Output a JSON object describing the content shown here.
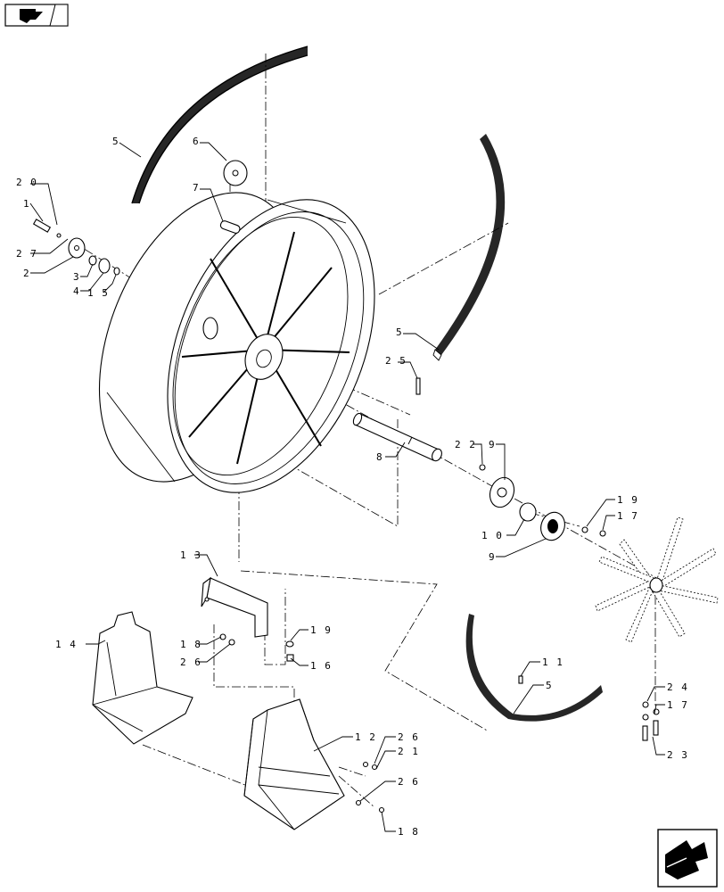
{
  "diagram": {
    "callouts": [
      {
        "id": "c5a",
        "text": "5"
      },
      {
        "id": "c6",
        "text": "6"
      },
      {
        "id": "c7",
        "text": "7"
      },
      {
        "id": "c20",
        "text": "2 0"
      },
      {
        "id": "c1",
        "text": "1"
      },
      {
        "id": "c27",
        "text": "2 7"
      },
      {
        "id": "c2",
        "text": "2"
      },
      {
        "id": "c3",
        "text": "3"
      },
      {
        "id": "c4",
        "text": "4"
      },
      {
        "id": "c15",
        "text": "1 5"
      },
      {
        "id": "c5b",
        "text": "5"
      },
      {
        "id": "c25",
        "text": "2 5"
      },
      {
        "id": "c22",
        "text": "2 2"
      },
      {
        "id": "c9a",
        "text": "9"
      },
      {
        "id": "c8",
        "text": "8"
      },
      {
        "id": "c10",
        "text": "1 0"
      },
      {
        "id": "c9b",
        "text": "9"
      },
      {
        "id": "c19a",
        "text": "1 9"
      },
      {
        "id": "c17a",
        "text": "1 7"
      },
      {
        "id": "c13",
        "text": "1 3"
      },
      {
        "id": "c14",
        "text": "1 4"
      },
      {
        "id": "c18a",
        "text": "1 8"
      },
      {
        "id": "c26a",
        "text": "2 6"
      },
      {
        "id": "c19b",
        "text": "1 9"
      },
      {
        "id": "c16",
        "text": "1 6"
      },
      {
        "id": "c11",
        "text": "1 1"
      },
      {
        "id": "c5c",
        "text": "5"
      },
      {
        "id": "c24",
        "text": "2 4"
      },
      {
        "id": "c17b",
        "text": "1 7"
      },
      {
        "id": "c23",
        "text": "2 3"
      },
      {
        "id": "c12",
        "text": "1 2"
      },
      {
        "id": "c26b",
        "text": "2 6"
      },
      {
        "id": "c21",
        "text": "2 1"
      },
      {
        "id": "c26c",
        "text": "2 6"
      },
      {
        "id": "c18b",
        "text": "1 8"
      }
    ]
  }
}
